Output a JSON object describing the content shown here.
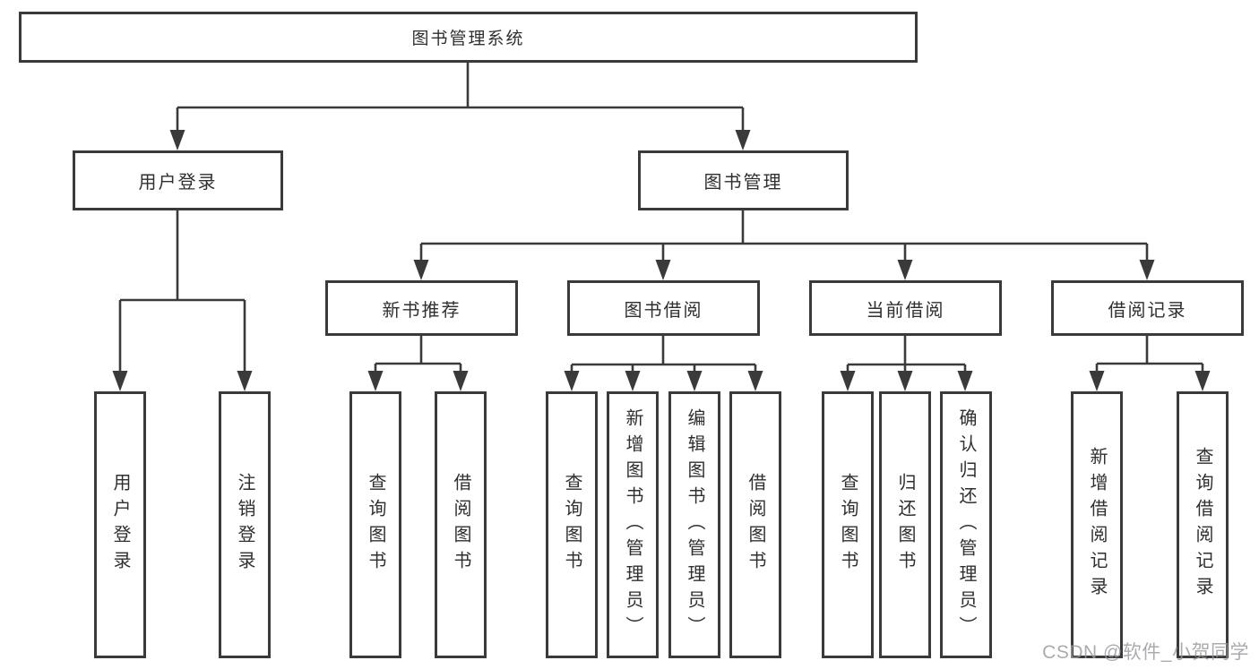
{
  "diagram_title": "图书管理系统",
  "colors": {
    "background": "#ffffff",
    "line": "#3a3a3a",
    "box_border": "#3a3a3a",
    "text": "#2f2f2f",
    "watermark": "#96999e"
  },
  "watermark": "CSDN @软件_小贺同学",
  "tree": {
    "root": "图书管理系统",
    "children": [
      {
        "label": "用户登录",
        "children": [
          {
            "label": "用户登录"
          },
          {
            "label": "注销登录"
          }
        ]
      },
      {
        "label": "图书管理",
        "children": [
          {
            "label": "新书推荐",
            "children": [
              {
                "label": "查询图书"
              },
              {
                "label": "借阅图书"
              }
            ]
          },
          {
            "label": "图书借阅",
            "children": [
              {
                "label": "查询图书"
              },
              {
                "label": "新增图书（管理员）"
              },
              {
                "label": "编辑图书（管理员）"
              },
              {
                "label": "借阅图书"
              }
            ]
          },
          {
            "label": "当前借阅",
            "children": [
              {
                "label": "查询图书"
              },
              {
                "label": "归还图书"
              },
              {
                "label": "确认归还（管理员）"
              }
            ]
          },
          {
            "label": "借阅记录",
            "children": [
              {
                "label": "新增借阅记录"
              },
              {
                "label": "查询借阅记录"
              }
            ]
          }
        ]
      }
    ]
  }
}
